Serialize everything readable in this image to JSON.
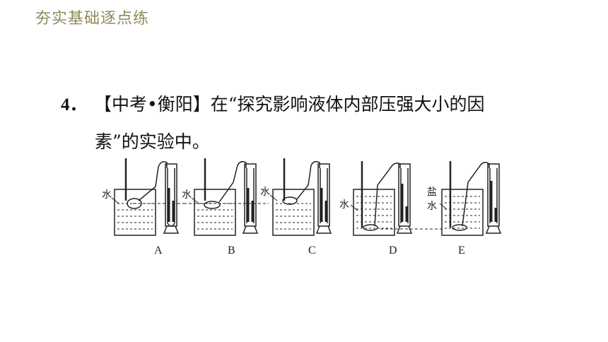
{
  "header": {
    "title": "夯实基础逐点练"
  },
  "question": {
    "number": "4．",
    "line1": "【中考•衡阳】在“探究影响液体内部压强大小的因",
    "line2": "素”的实验中。"
  },
  "figure": {
    "panels": [
      {
        "letter": "A",
        "liquid_label": "水"
      },
      {
        "letter": "B",
        "liquid_label": "水"
      },
      {
        "letter": "C",
        "liquid_label": "水"
      },
      {
        "letter": "D",
        "liquid_label": "水"
      },
      {
        "letter": "E",
        "liquid_label_top": "盐",
        "liquid_label_bottom": "水"
      }
    ]
  }
}
